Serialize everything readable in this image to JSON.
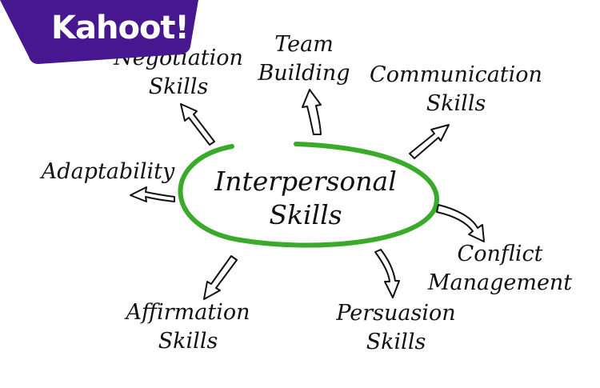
{
  "brand": {
    "logo_text": "Kahoot!",
    "badge_color": "#46178f"
  },
  "diagram": {
    "center": {
      "line1": "Interpersonal",
      "line2": "Skills"
    },
    "ellipse_color": "#3aaa2a",
    "nodes": {
      "negotiation": {
        "line1": "Negotiation",
        "line2": "Skills"
      },
      "team": {
        "line1": "Team",
        "line2": "Building"
      },
      "communication": {
        "line1": "Communication",
        "line2": "Skills"
      },
      "adaptability": {
        "line1": "Adaptability"
      },
      "conflict": {
        "line1": "Conflict",
        "line2": "Management"
      },
      "affirmation": {
        "line1": "Affirmation",
        "line2": "Skills"
      },
      "persuasion": {
        "line1": "Persuasion",
        "line2": "Skills"
      }
    }
  }
}
